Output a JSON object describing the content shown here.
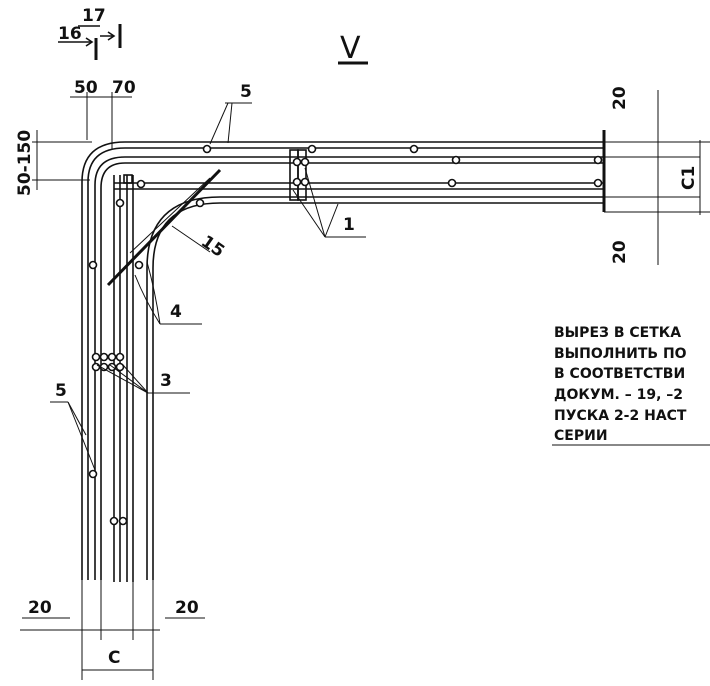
{
  "section_label": "V",
  "section_marker": {
    "left": "16",
    "right": "17"
  },
  "dimensions": {
    "top_left": "50",
    "top_right": "70",
    "vertical_range": "50-150",
    "bottom_left": "20",
    "bottom_right": "20",
    "bottom_total": "C",
    "right_top": "20",
    "right_bottom": "20",
    "right_total": "C1",
    "diagonal": "15"
  },
  "callouts": {
    "bar_5_top": "5",
    "bar_5_left": "5",
    "bar_1": "1",
    "bar_4": "4",
    "bar_3": "3"
  },
  "note_lines": [
    "ВЫРЕЗ В СЕТКА",
    "ВЫПОЛНИТЬ ПО",
    "В СООТВЕТСТВИ",
    "ДОКУМ. – 19, –2",
    "ПУСКА 2-2 НАСТ",
    "СЕРИИ"
  ]
}
